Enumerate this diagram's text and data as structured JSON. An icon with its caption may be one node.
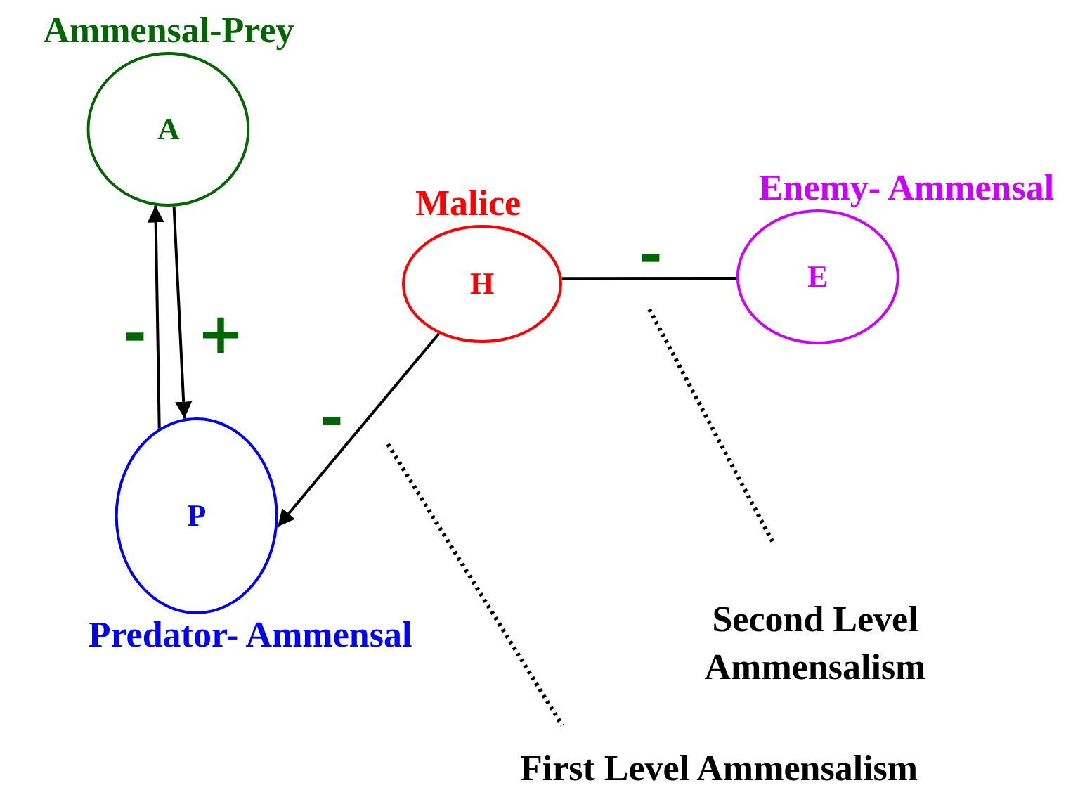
{
  "diagram": {
    "nodes": [
      {
        "text": [
          "Ammensal-Prey",
          "A"
        ]
      },
      {
        "text": [
          "Malice",
          "H"
        ]
      },
      {
        "text": [
          "Enemy- Ammensal",
          "E"
        ]
      },
      {
        "text": [
          "P",
          "Predator- Ammensal"
        ]
      }
    ],
    "edges": [
      {
        "from": 3,
        "to": 0,
        "arrow": "to",
        "label": "-"
      },
      {
        "from": 0,
        "to": 3,
        "arrow": "to",
        "label": "+"
      },
      {
        "from": 1,
        "to": 2,
        "arrow": "none",
        "label": "-"
      },
      {
        "from": 1,
        "to": 3,
        "arrow": "to",
        "label": "-"
      }
    ],
    "labels": [
      "Second Level Ammensalism",
      "First Level Ammensalism"
    ]
  }
}
